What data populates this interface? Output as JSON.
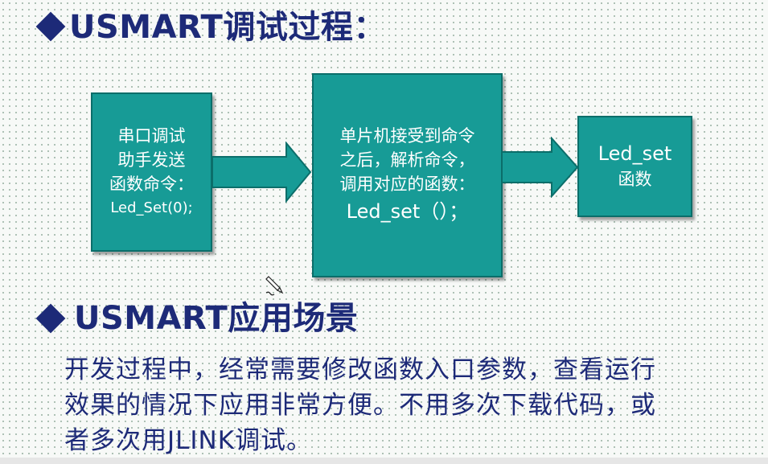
{
  "section1": {
    "title": "USMART调试过程："
  },
  "diagram": {
    "box1_lines": [
      "串口调试",
      "助手发送",
      "函数命令：",
      "Led_Set(0);"
    ],
    "box2_lines": [
      "单片机接受到命令",
      "之后，解析命令，",
      "调用对应的函数：",
      "Led_set（）；"
    ],
    "box3_lines": [
      "Led_set",
      "函数"
    ]
  },
  "section2": {
    "title": "USMART应用场景",
    "paragraph_lines": [
      "开发过程中，经常需要修改函数入口参数，查看运行",
      "效果的情况下应用非常方便。不用多次下载代码，或",
      "者多次用JLINK调试。"
    ]
  },
  "colors": {
    "heading": "#1d2a78",
    "box_fill": "#179b96",
    "box_border": "#0b6e6a",
    "box_text": "#ffffff"
  },
  "icons": {
    "bullet": "diamond-bullet-icon",
    "cursor": "pen-cursor-icon"
  }
}
